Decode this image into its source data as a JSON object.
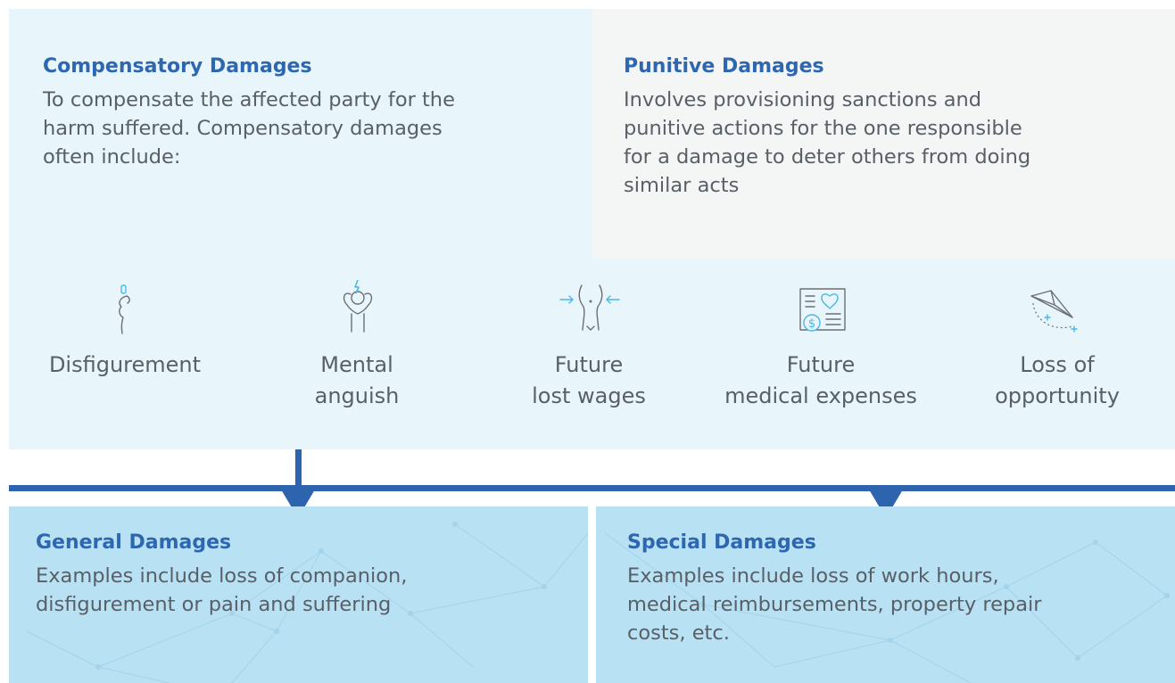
{
  "compensatory": {
    "title": "Compensatory Damages",
    "lines": [
      "To compensate the affected party for the",
      "harm suffered. Compensatory damages",
      "often include:"
    ]
  },
  "punitive": {
    "title": "Punitive Damages",
    "lines": [
      "Involves provisioning sanctions and",
      "punitive actions for the one responsible",
      "for a damage to deter others from doing",
      "similar acts"
    ]
  },
  "items": [
    {
      "label_lines": [
        "Disfigurement"
      ],
      "icon": "disfigurement-icon"
    },
    {
      "label_lines": [
        "Mental",
        "anguish"
      ],
      "icon": "mental-anguish-icon"
    },
    {
      "label_lines": [
        "Future",
        "lost wages"
      ],
      "icon": "future-lost-wages-icon"
    },
    {
      "label_lines": [
        "Future",
        "medical expenses"
      ],
      "icon": "medical-expenses-icon"
    },
    {
      "label_lines": [
        "Loss of",
        "opportunity"
      ],
      "icon": "loss-of-opportunity-icon"
    }
  ],
  "general": {
    "title": "General Damages",
    "lines": [
      "Examples include loss of companion,",
      "disfigurement or pain and suffering"
    ]
  },
  "special": {
    "title": "Special Damages",
    "lines": [
      "Examples include loss of work hours,",
      "medical reimbursements, property repair",
      "costs, etc."
    ]
  },
  "colors": {
    "heading": "#2e67b1",
    "body": "#595f66",
    "connector": "#2e64ad",
    "compensatory_bg": "#e8f5fb",
    "punitive_bg": "#f4f6f6",
    "bottom_bg": "#b8e1f4",
    "icon_stroke": "#6b6f75",
    "icon_accent": "#4bb7e6"
  }
}
